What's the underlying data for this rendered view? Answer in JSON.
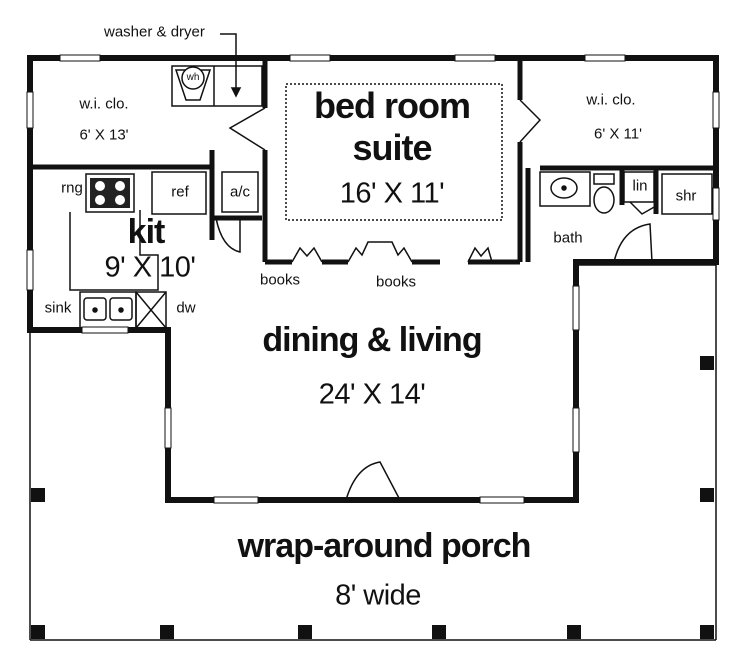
{
  "washer_dryer": "washer & dryer",
  "wh": "wh",
  "wic_left": {
    "name": "w.i. clo.",
    "size": "6' X 13'"
  },
  "bed_room": {
    "name_line1": "bed room",
    "name_line2": "suite",
    "size": "16' X 11'"
  },
  "wic_right": {
    "name": "w.i. clo.",
    "size": "6' X 11'"
  },
  "rng": "rng",
  "ref": "ref",
  "ac": "a/c",
  "lin": "lin",
  "shr": "shr",
  "bath": "bath",
  "kit": {
    "name": "kit",
    "size": "9' X 10'"
  },
  "books_left": "books",
  "books_center": "books",
  "sink": "sink",
  "dw": "dw",
  "dining": {
    "name": "dining & living",
    "size": "24' X 14'"
  },
  "porch": {
    "name": "wrap-around porch",
    "size": "8' wide"
  }
}
